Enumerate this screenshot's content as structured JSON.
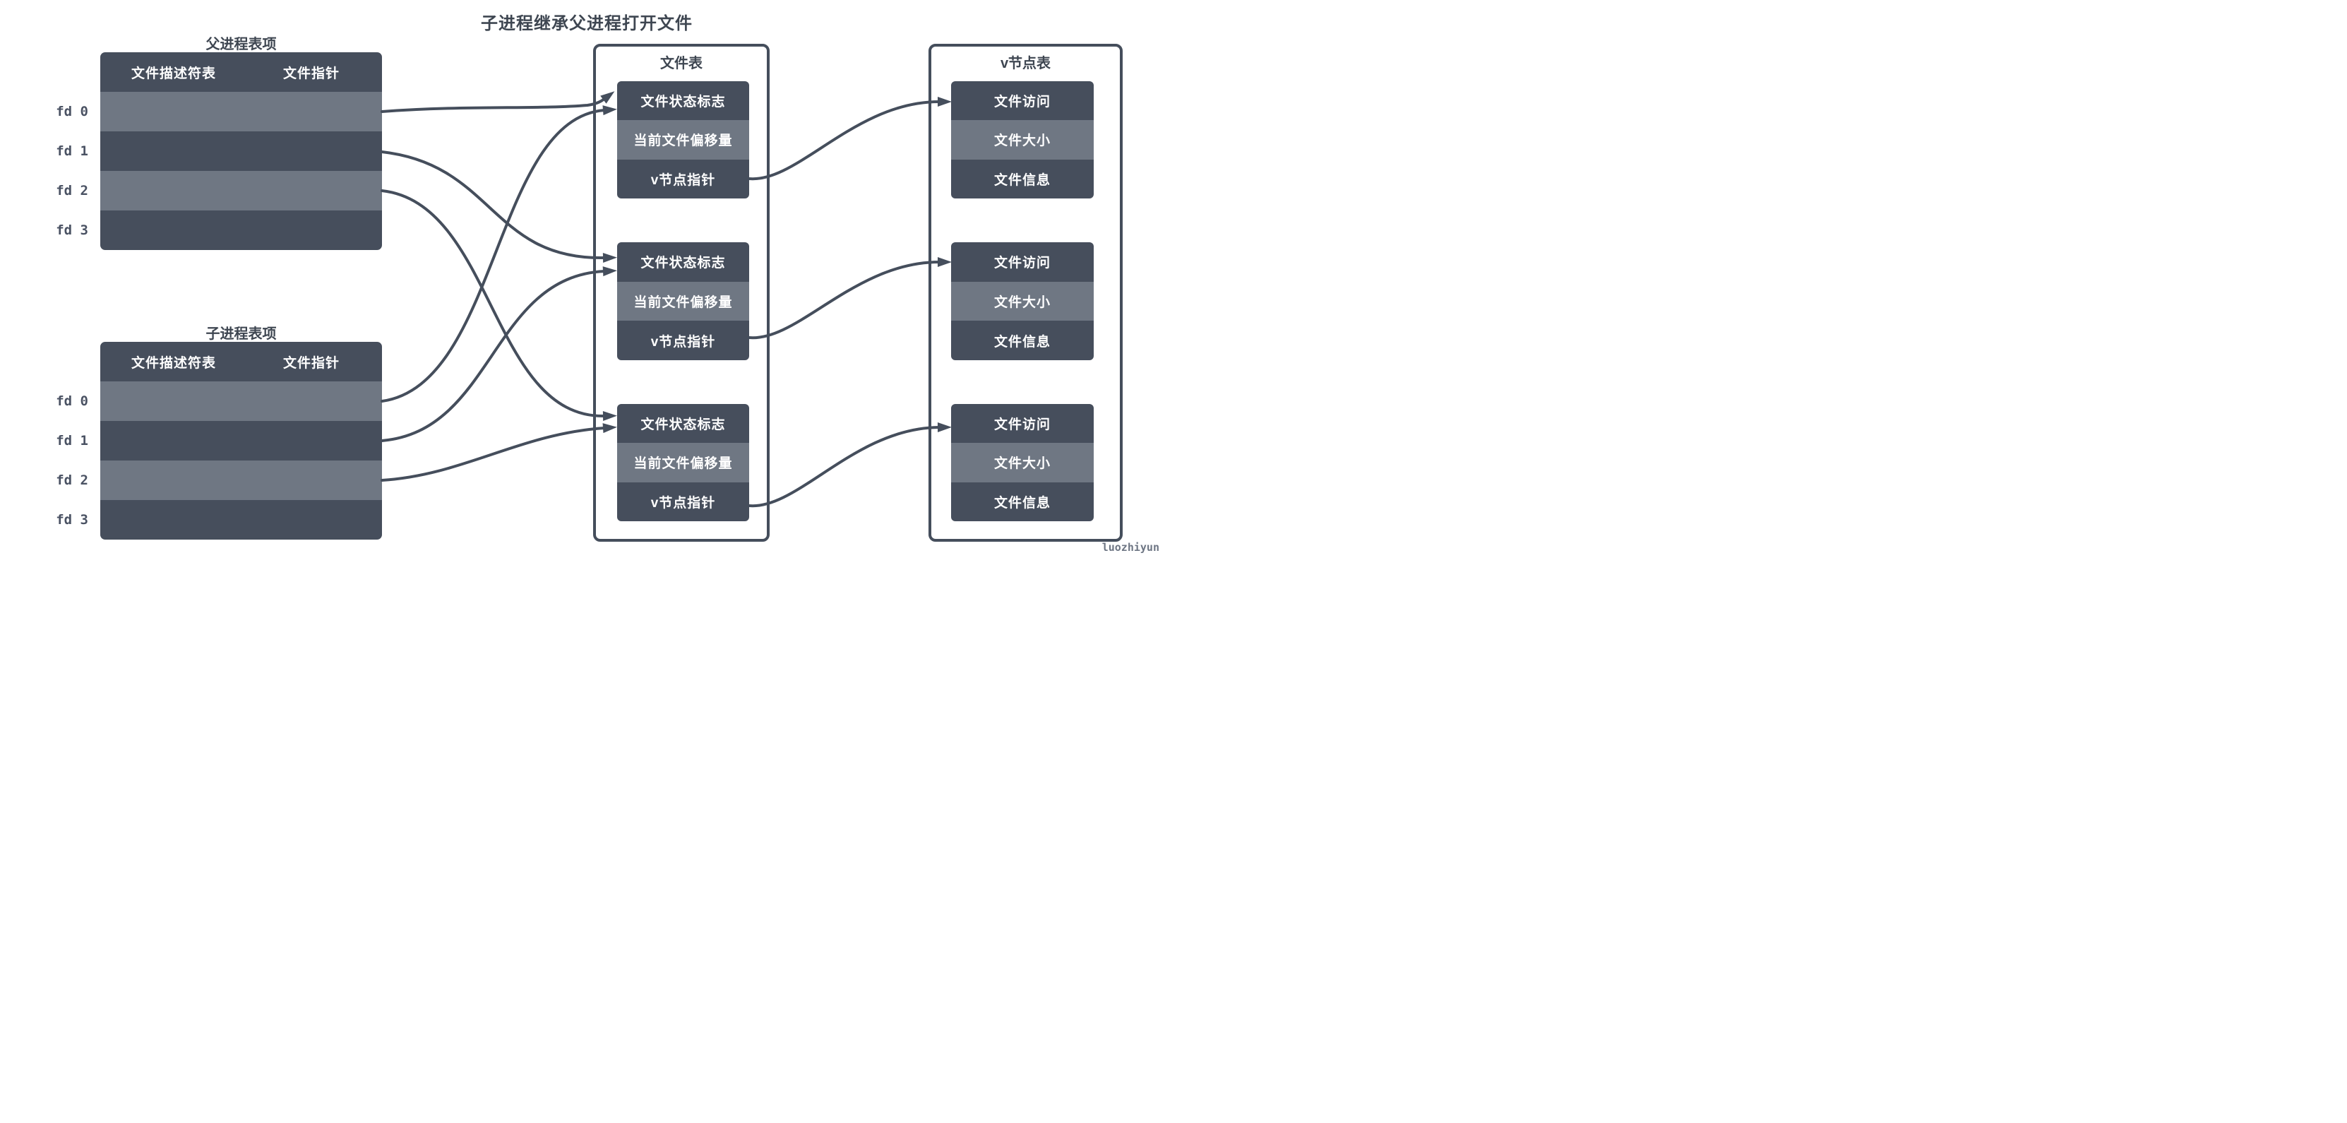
{
  "page": {
    "title": "子进程继承父进程打开文件",
    "watermark": "luozhiyun"
  },
  "colors": {
    "dark": "#464E5C",
    "light": "#6F7783",
    "stroke": "#454E5C",
    "label": "#3E4651",
    "fd": "#4A5263",
    "wm": "#6E7684",
    "rowtext": "#FFFFFF",
    "bg": "#FFFFFF"
  },
  "parent_table": {
    "label": "父进程表项",
    "columns": {
      "descriptor": "文件描述符表",
      "pointer": "文件指针"
    },
    "fd_labels": [
      "fd 0",
      "fd 1",
      "fd 2",
      "fd 3"
    ]
  },
  "child_table": {
    "label": "子进程表项",
    "columns": {
      "descriptor": "文件描述符表",
      "pointer": "文件指针"
    },
    "fd_labels": [
      "fd 0",
      "fd 1",
      "fd 2",
      "fd 3"
    ]
  },
  "file_table": {
    "label": "文件表",
    "entry_rows": [
      "文件状态标志",
      "当前文件偏移量",
      "v节点指针"
    ]
  },
  "vnode_table": {
    "label": "v节点表",
    "entry_rows": [
      "文件访问",
      "文件大小",
      "文件信息"
    ]
  },
  "connections": [
    {
      "from": "parent-fd0",
      "to": "file-entry-1"
    },
    {
      "from": "parent-fd1",
      "to": "file-entry-2"
    },
    {
      "from": "parent-fd2",
      "to": "file-entry-3"
    },
    {
      "from": "child-fd0",
      "to": "file-entry-1"
    },
    {
      "from": "child-fd1",
      "to": "file-entry-2"
    },
    {
      "from": "child-fd2",
      "to": "file-entry-3"
    },
    {
      "from": "file-entry-1",
      "to": "vnode-entry-1"
    },
    {
      "from": "file-entry-2",
      "to": "vnode-entry-2"
    },
    {
      "from": "file-entry-3",
      "to": "vnode-entry-3"
    }
  ]
}
